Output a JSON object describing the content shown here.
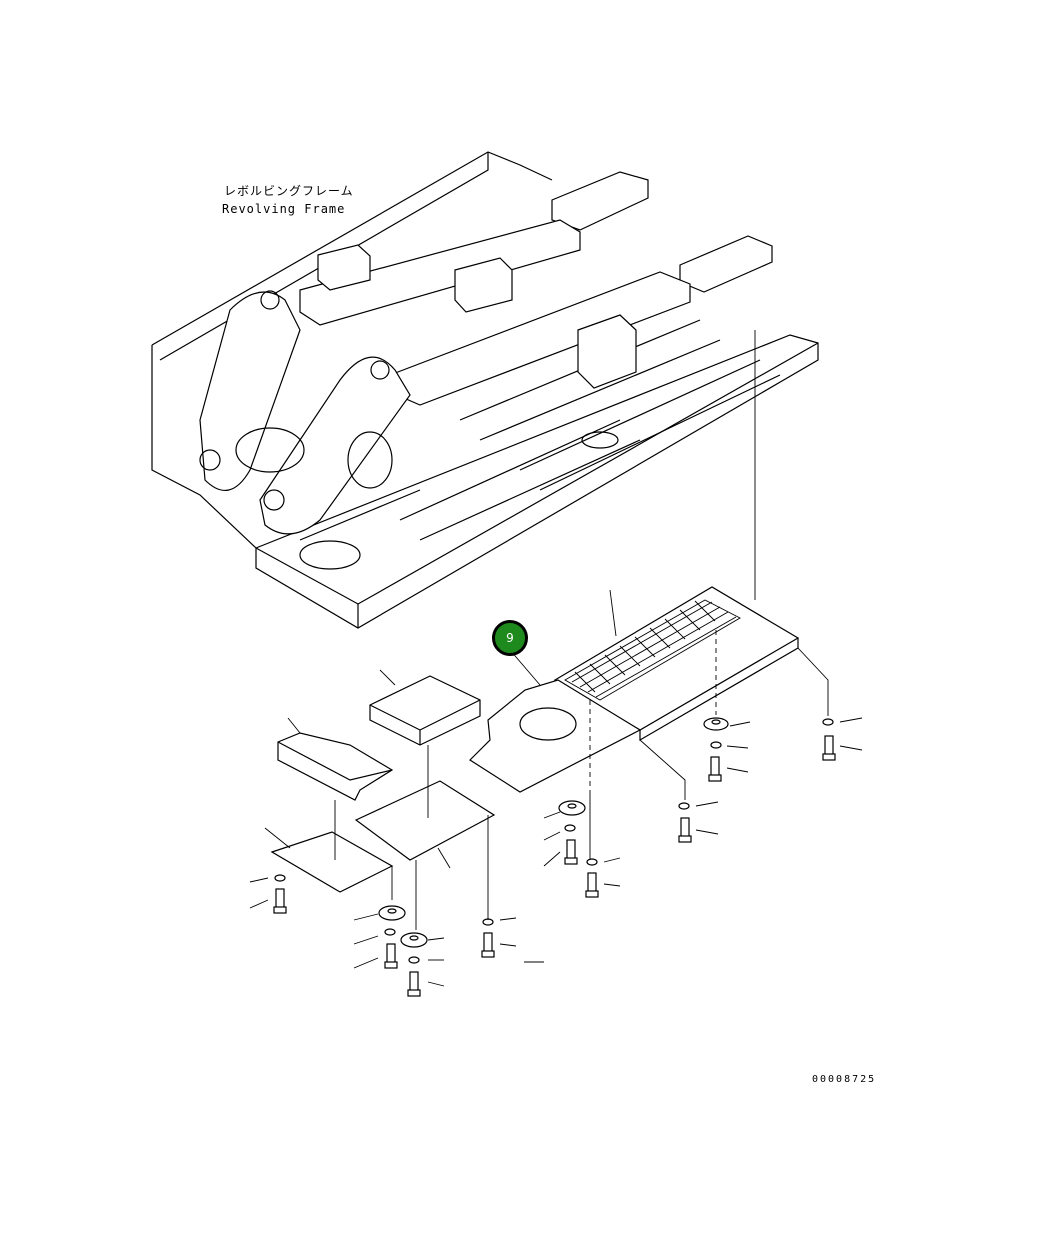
{
  "diagram": {
    "frame_label_jp": "レボルビングフレーム",
    "frame_label_en": "Revolving Frame",
    "callout_number": "9",
    "document_number": "00008725",
    "colors": {
      "callout_fill": "#1e8a1e",
      "line": "#000000",
      "background": "#ffffff"
    }
  }
}
